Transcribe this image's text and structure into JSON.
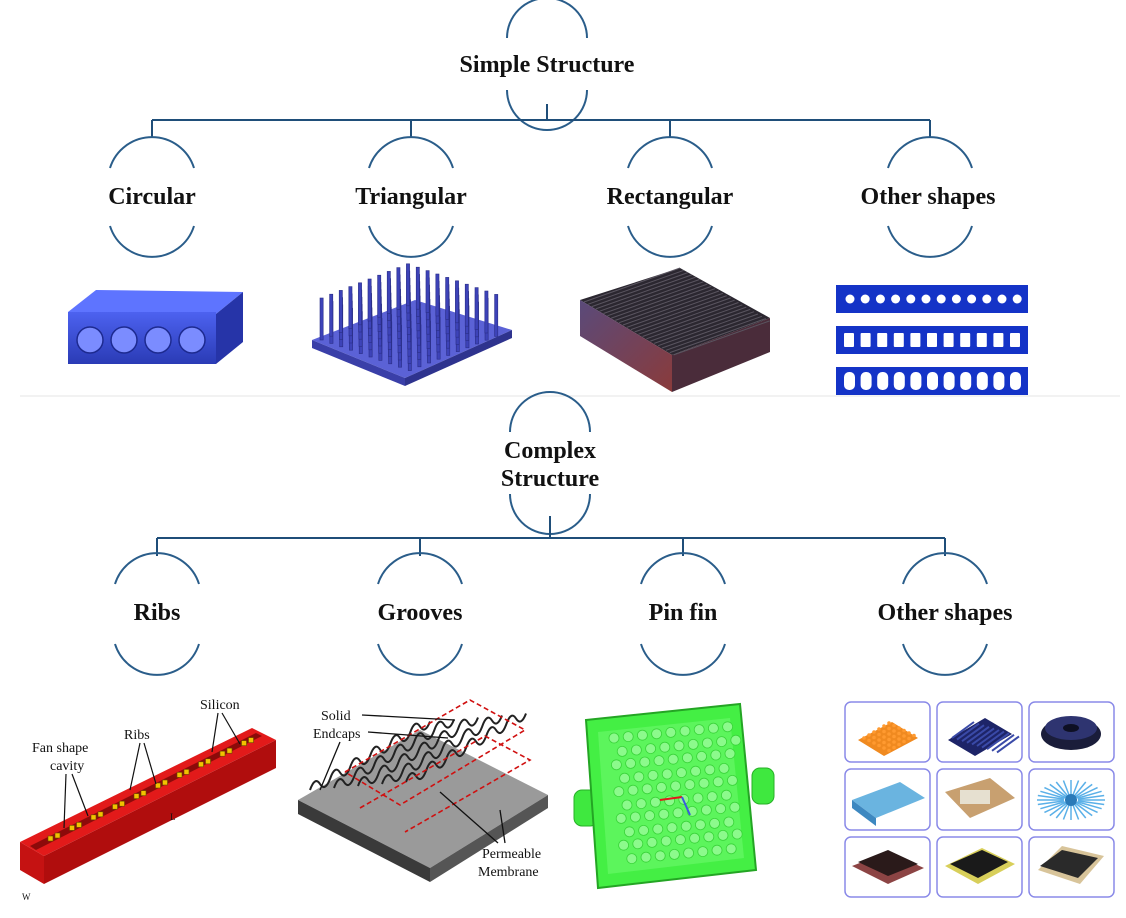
{
  "simple": {
    "title": "Simple Structure",
    "branches": [
      "Circular",
      "Triangular",
      "Rectangular",
      "Other shapes"
    ]
  },
  "complex": {
    "title_line1": "Complex",
    "title_line2": "Structure",
    "branches": [
      "Ribs",
      "Grooves",
      "Pin fin",
      "Other shapes"
    ]
  },
  "annotations": {
    "ribs": {
      "fan_shape_1": "Fan shape",
      "fan_shape_2": "cavity",
      "ribs": "Ribs",
      "silicon": "Silicon",
      "length": "L",
      "width": "W"
    },
    "grooves": {
      "solid_1": "Solid",
      "solid_2": "Endcaps",
      "perm_1": "Permeable",
      "perm_2": "Membrane"
    }
  },
  "colors": {
    "line": "#1f4e79",
    "arc": "#2a5d8a",
    "circular_block": "#3a4fd8",
    "pin_array": "#5258c9",
    "rect_fins": "#2b2730",
    "ribs_channel": "#d10f0f",
    "pin_fin_plate": "#33ee33"
  },
  "icons": {
    "circular": "circular-hole-block-icon",
    "triangular": "pin-array-plate-icon",
    "rectangular": "plate-fin-heatsink-icon",
    "other_simple": "slotted-plate-icon",
    "ribs": "ribbed-red-channel-icon",
    "grooves": "grooved-membrane-icon",
    "pin_fin": "green-pin-fin-plate-icon",
    "other_complex": "heatsink-gallery-icon"
  }
}
